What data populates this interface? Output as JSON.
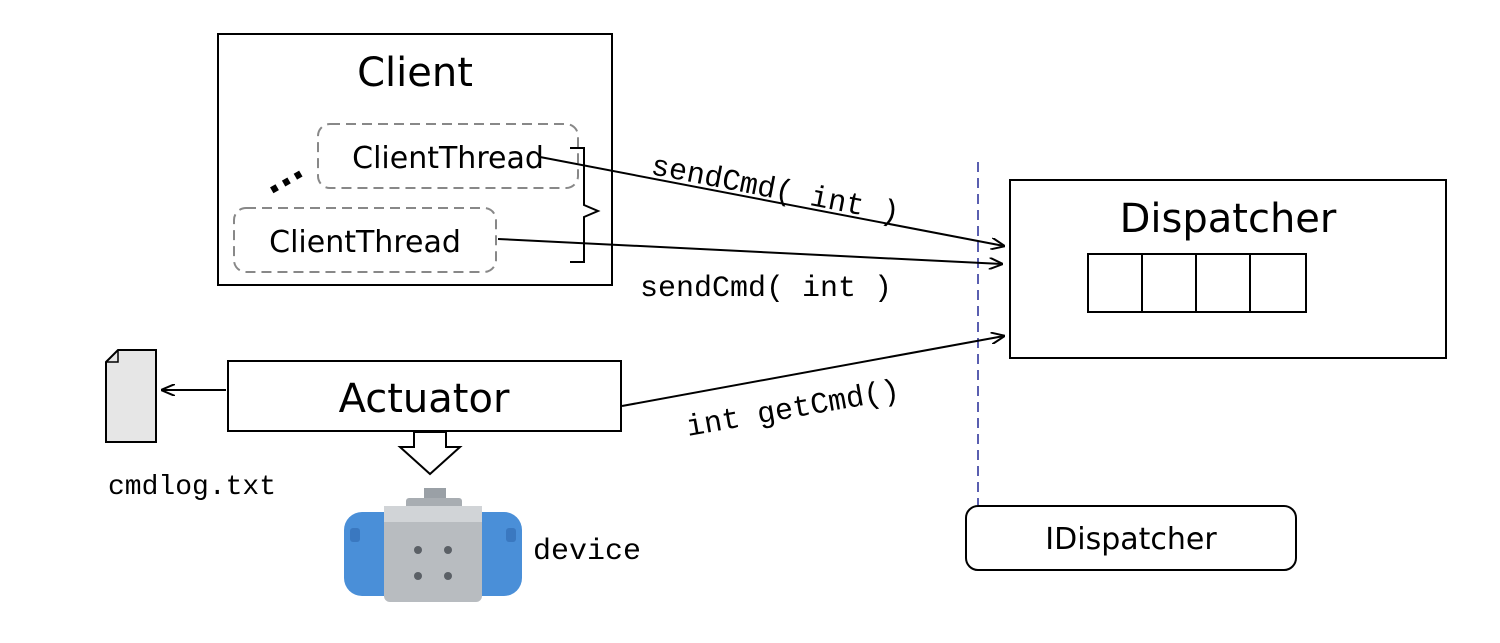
{
  "client": {
    "title": "Client",
    "thread_label_1": "ClientThread",
    "thread_label_2": "ClientThread",
    "ellipsis": "..."
  },
  "dispatcher": {
    "title": "Dispatcher",
    "queue_slots": 4
  },
  "actuator": {
    "title": "Actuator"
  },
  "interface": {
    "label": "IDispatcher"
  },
  "arrows": {
    "send_cmd_1": "sendCmd( int )",
    "send_cmd_2": "sendCmd( int )",
    "get_cmd": "int getCmd()"
  },
  "log_file": {
    "label": "cmdlog.txt"
  },
  "device": {
    "label": "device"
  },
  "colors": {
    "stroke": "#000000",
    "dashed_box": "#888888",
    "interface_line": "#5a5fb0",
    "device_blue": "#4a8fd8",
    "device_gray": "#b8bcc0"
  }
}
